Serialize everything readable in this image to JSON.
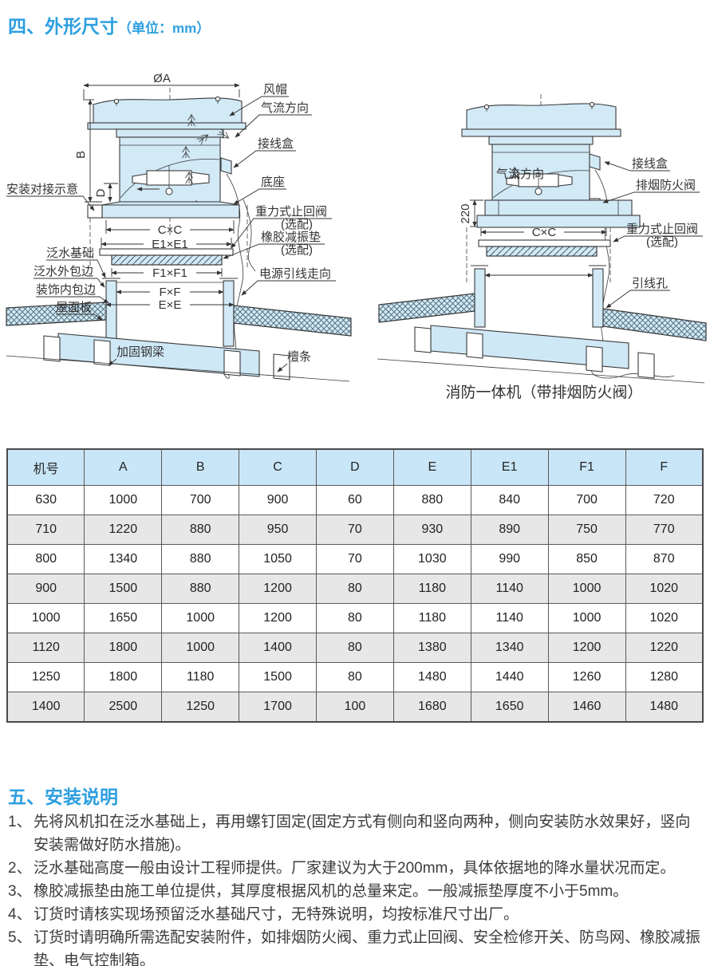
{
  "section_dimensions": {
    "title": "四、外形尺寸",
    "unit": "（单位：mm）"
  },
  "diagram_left": {
    "dims": {
      "oa": "ØA",
      "b": "B",
      "d": "D",
      "cc": "C×C",
      "e1": "E1×E1",
      "f1": "F1×F1",
      "ff": "F×F",
      "ee": "E×E"
    },
    "labels": {
      "wind_cap": "风帽",
      "airflow": "气流方向",
      "junction_box": "接线盒",
      "base": "底座",
      "check_valve": "重力式止回阀",
      "check_valve_opt": "(选配)",
      "rubber_pad": "橡胶减振垫",
      "rubber_pad_opt": "(选配)",
      "power_lead": "电源引线走向",
      "install_hint": "安装对接示意",
      "flashing_base": "泛水基础",
      "flashing_outer": "泛水外包边",
      "decor_inner": "装饰内包边",
      "roof_panel": "屋面板",
      "steel_beam": "加固钢梁",
      "purlin": "檀条"
    }
  },
  "diagram_right": {
    "dims": {
      "h220": "220",
      "cc": "C×C"
    },
    "labels": {
      "junction_box": "接线盒",
      "airflow": "气流方向",
      "fire_damper": "排烟防火阀",
      "check_valve": "重力式止回阀",
      "check_valve_opt": "(选配)",
      "lead_hole": "引线孔"
    },
    "caption": "消防一体机（带排烟防火阀）"
  },
  "table": {
    "headers": [
      "机号",
      "A",
      "B",
      "C",
      "D",
      "E",
      "E1",
      "F1",
      "F"
    ],
    "rows": [
      [
        "630",
        "1000",
        "700",
        "900",
        "60",
        "880",
        "840",
        "700",
        "720"
      ],
      [
        "710",
        "1220",
        "880",
        "950",
        "70",
        "930",
        "890",
        "750",
        "770"
      ],
      [
        "800",
        "1340",
        "880",
        "1050",
        "70",
        "1030",
        "990",
        "850",
        "870"
      ],
      [
        "900",
        "1500",
        "880",
        "1200",
        "80",
        "1180",
        "1140",
        "1000",
        "1020"
      ],
      [
        "1000",
        "1650",
        "1000",
        "1200",
        "80",
        "1180",
        "1140",
        "1000",
        "1020"
      ],
      [
        "1120",
        "1800",
        "1000",
        "1400",
        "80",
        "1380",
        "1340",
        "1200",
        "1220"
      ],
      [
        "1250",
        "1800",
        "1180",
        "1500",
        "80",
        "1480",
        "1440",
        "1260",
        "1280"
      ],
      [
        "1400",
        "2500",
        "1250",
        "1700",
        "100",
        "1680",
        "1650",
        "1460",
        "1480"
      ]
    ]
  },
  "section_install": {
    "title": "五、安装说明",
    "items": [
      {
        "num": "1、",
        "text": "先将风机扣在泛水基础上，再用螺钉固定(固定方式有侧向和竖向两种，侧向安装防水效果好，竖向安装需做好防水措施)。"
      },
      {
        "num": "2、",
        "text": "泛水基础高度一般由设计工程师提供。厂家建议为大于200mm，具体依据地的降水量状况而定。"
      },
      {
        "num": "3、",
        "text": "橡胶减振垫由施工单位提供，其厚度根据风机的总量来定。一般减振垫厚度不小于5mm。"
      },
      {
        "num": "4、",
        "text": "订货时请核实现场预留泛水基础尺寸，无特殊说明，均按标准尺寸出厂。"
      },
      {
        "num": "5、",
        "text": "订货时请明确所需选配安装附件，如排烟防火阀、重力式止回阀、安全检修开关、防鸟网、橡胶减振垫、电气控制箱。"
      }
    ]
  },
  "colors": {
    "accent": "#2d9fe0",
    "fan_fill": "#d2e9f6",
    "table_header_bg": "#c9e6f8",
    "row_alt_bg": "#e7e7e7"
  }
}
